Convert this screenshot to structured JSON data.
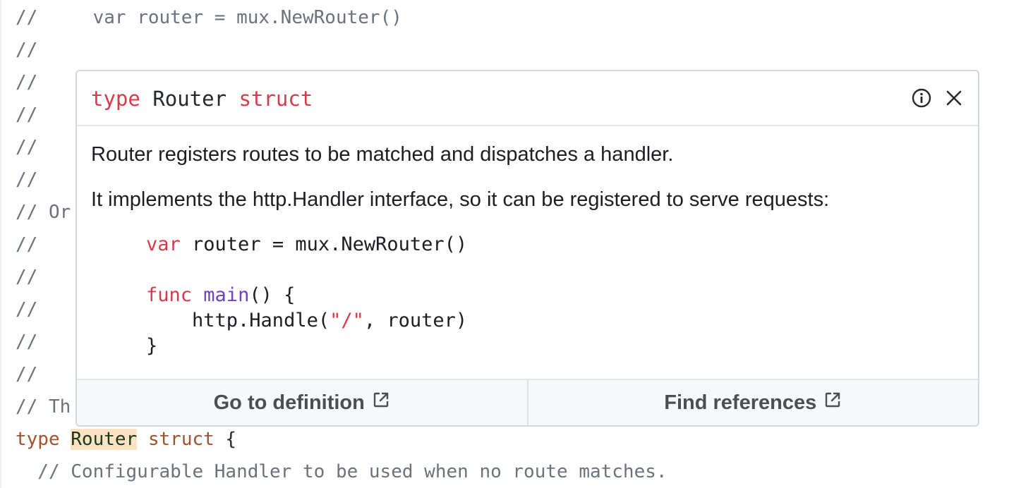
{
  "editor": {
    "lines": [
      {
        "prefix": "//",
        "text": "     var router = mux.NewRouter()"
      },
      {
        "prefix": "//",
        "text": ""
      },
      {
        "prefix": "//",
        "text": ""
      },
      {
        "prefix": "//",
        "text": ""
      },
      {
        "prefix": "//",
        "text": ""
      },
      {
        "prefix": "//",
        "text": ""
      },
      {
        "prefix": "// Or",
        "text": ""
      },
      {
        "prefix": "//",
        "text": ""
      },
      {
        "prefix": "//",
        "text": ""
      },
      {
        "prefix": "//",
        "text": ""
      },
      {
        "prefix": "//",
        "text": ""
      },
      {
        "prefix": "//",
        "text": ""
      },
      {
        "prefix": "// Th",
        "text": ""
      }
    ],
    "decl": {
      "kw_type": "type",
      "name": "Router",
      "kw_struct": "struct",
      "brace": " {"
    },
    "last_comment": "  // Configurable Handler to be used when no route matches."
  },
  "hover": {
    "signature": {
      "kw_type": "type",
      "name": "Router",
      "kw_struct": "struct"
    },
    "info_icon": "info-circle-icon",
    "close_icon": "close-icon",
    "doc": {
      "p1": "Router registers routes to be matched and dispatches a handler.",
      "p2": "It implements the http.Handler interface, so it can be registered to serve requests:",
      "code": {
        "l1_kw": "var",
        "l1_rest": " router = mux.NewRouter()",
        "l3_kw": "func",
        "l3_fn": "main",
        "l3_rest": "() {",
        "l4_a": "    http.Handle(",
        "l4_str": "\"/\"",
        "l4_b": ", router)",
        "l5": "}"
      }
    },
    "footer": {
      "go_to_definition": "Go to definition",
      "find_references": "Find references",
      "external_icon": "external-link-icon"
    }
  },
  "colors": {
    "keyword": "#d73a49",
    "function": "#6f42c1",
    "comment": "#6a737d",
    "highlight": "#fbe3c4"
  }
}
